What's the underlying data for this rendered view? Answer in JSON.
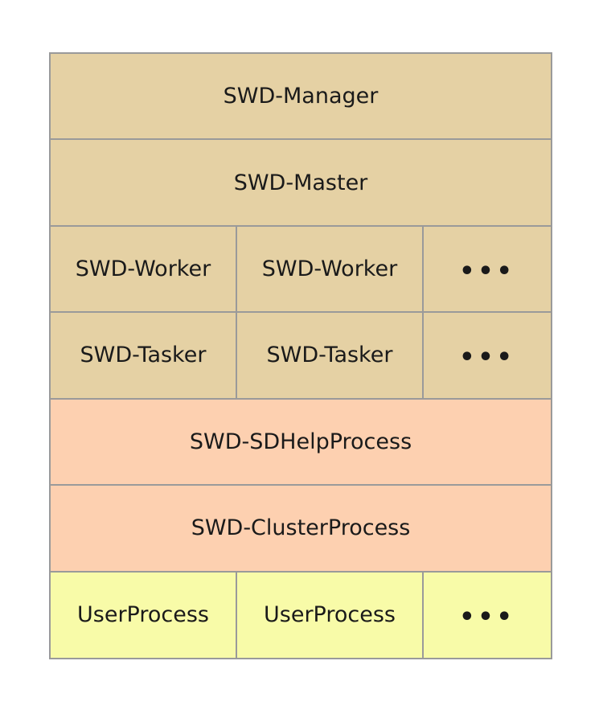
{
  "colors": {
    "swd_layer": "#e5d1a4",
    "cluster_layer": "#fdd0b0",
    "user_layer": "#f8fba8",
    "border": "#9a9a9a"
  },
  "layers": {
    "manager": "SWD-Manager",
    "master": "SWD-Master",
    "workers": [
      "SWD-Worker",
      "SWD-Worker",
      "•••"
    ],
    "taskers": [
      "SWD-Tasker",
      "SWD-Tasker",
      "•••"
    ],
    "sdhelp": "SWD-SDHelpProcess",
    "cluster": "SWD-ClusterProcess",
    "users": [
      "UserProcess",
      "UserProcess",
      "•••"
    ]
  }
}
